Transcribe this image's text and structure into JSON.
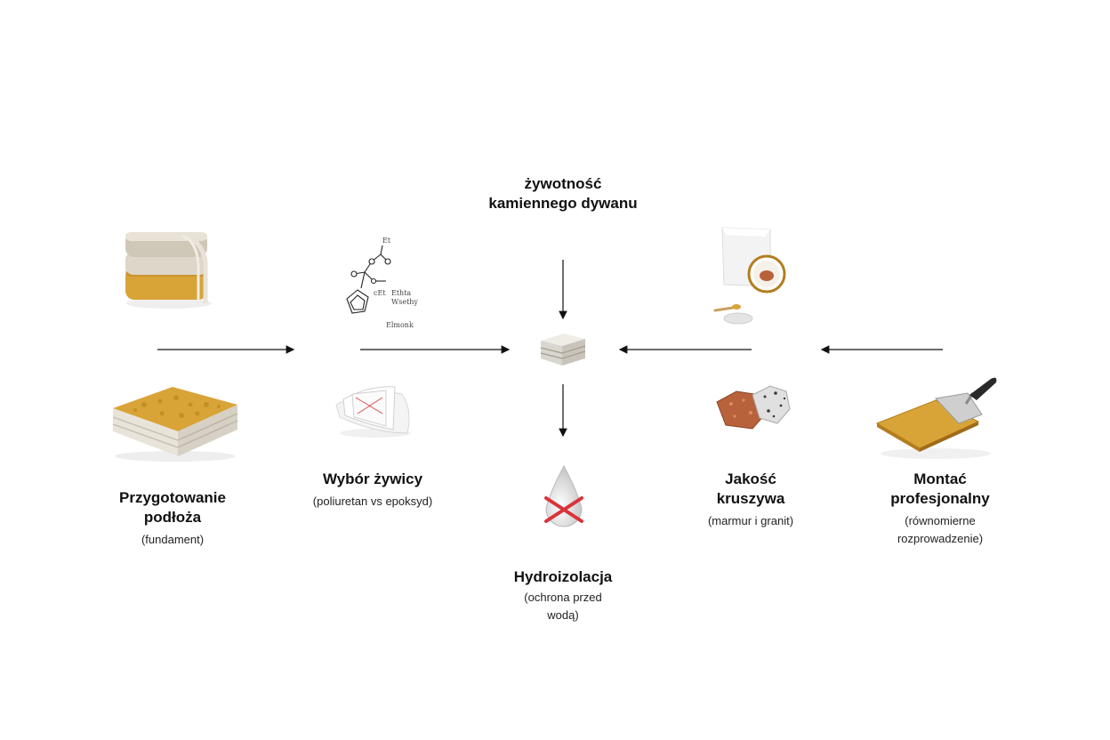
{
  "center": {
    "title_line1": "żywotność",
    "title_line2": "kamiennego dywanu"
  },
  "nodes": [
    {
      "id": "substrate",
      "title_line1": "Przygotowanie",
      "title_line2": "podłoża",
      "subtitle_line1": "(fundament)",
      "subtitle_line2": ""
    },
    {
      "id": "resin",
      "title_line1": "Wybór żywicy",
      "title_line2": "",
      "subtitle_line1": "(poliuretan vs epoksyd)",
      "subtitle_line2": ""
    },
    {
      "id": "waterproofing",
      "title_line1": "Hydroizolacja",
      "title_line2": "",
      "subtitle_line1": "(ochrona przed",
      "subtitle_line2": "wodą)"
    },
    {
      "id": "aggregate",
      "title_line1": "Jakość",
      "title_line2": "kruszywa",
      "subtitle_line1": "(marmur i granit)",
      "subtitle_line2": ""
    },
    {
      "id": "installation",
      "title_line1": "Montać",
      "title_line2": "profesjonalny",
      "subtitle_line1": "(równomierne",
      "subtitle_line2": "rozprowadzenie)"
    }
  ],
  "molecule": {
    "label_top": "Et",
    "label_mid_a": "Ethta",
    "label_mid_b": "cEt",
    "label_mid_c": "Wsethy",
    "label_bottom": "Elmonk"
  },
  "colors": {
    "arrow": "#111111",
    "ochre": "#d9a437",
    "ochre_dark": "#b37d1f",
    "cream": "#efe9df",
    "grey_stone": "#d9d6d0",
    "cross_red": "#d9343a",
    "marble_red": "#b8623b",
    "granite_grey": "#e0e0e0",
    "trowel_black": "#2a2a2a"
  },
  "icons": {
    "substrate_top": "layered-pad-icon",
    "substrate_bottom": "stone-carpet-slab-icon",
    "resin_top": "molecule-structure-icon",
    "resin_bottom": "paper-sheets-icon",
    "center": "layered-block-icon",
    "waterproofing": "water-drop-crossed-icon",
    "aggregate_top": "sample-plates-icon",
    "aggregate_bottom": "marble-granite-stones-icon",
    "installation": "trowel-icon"
  }
}
